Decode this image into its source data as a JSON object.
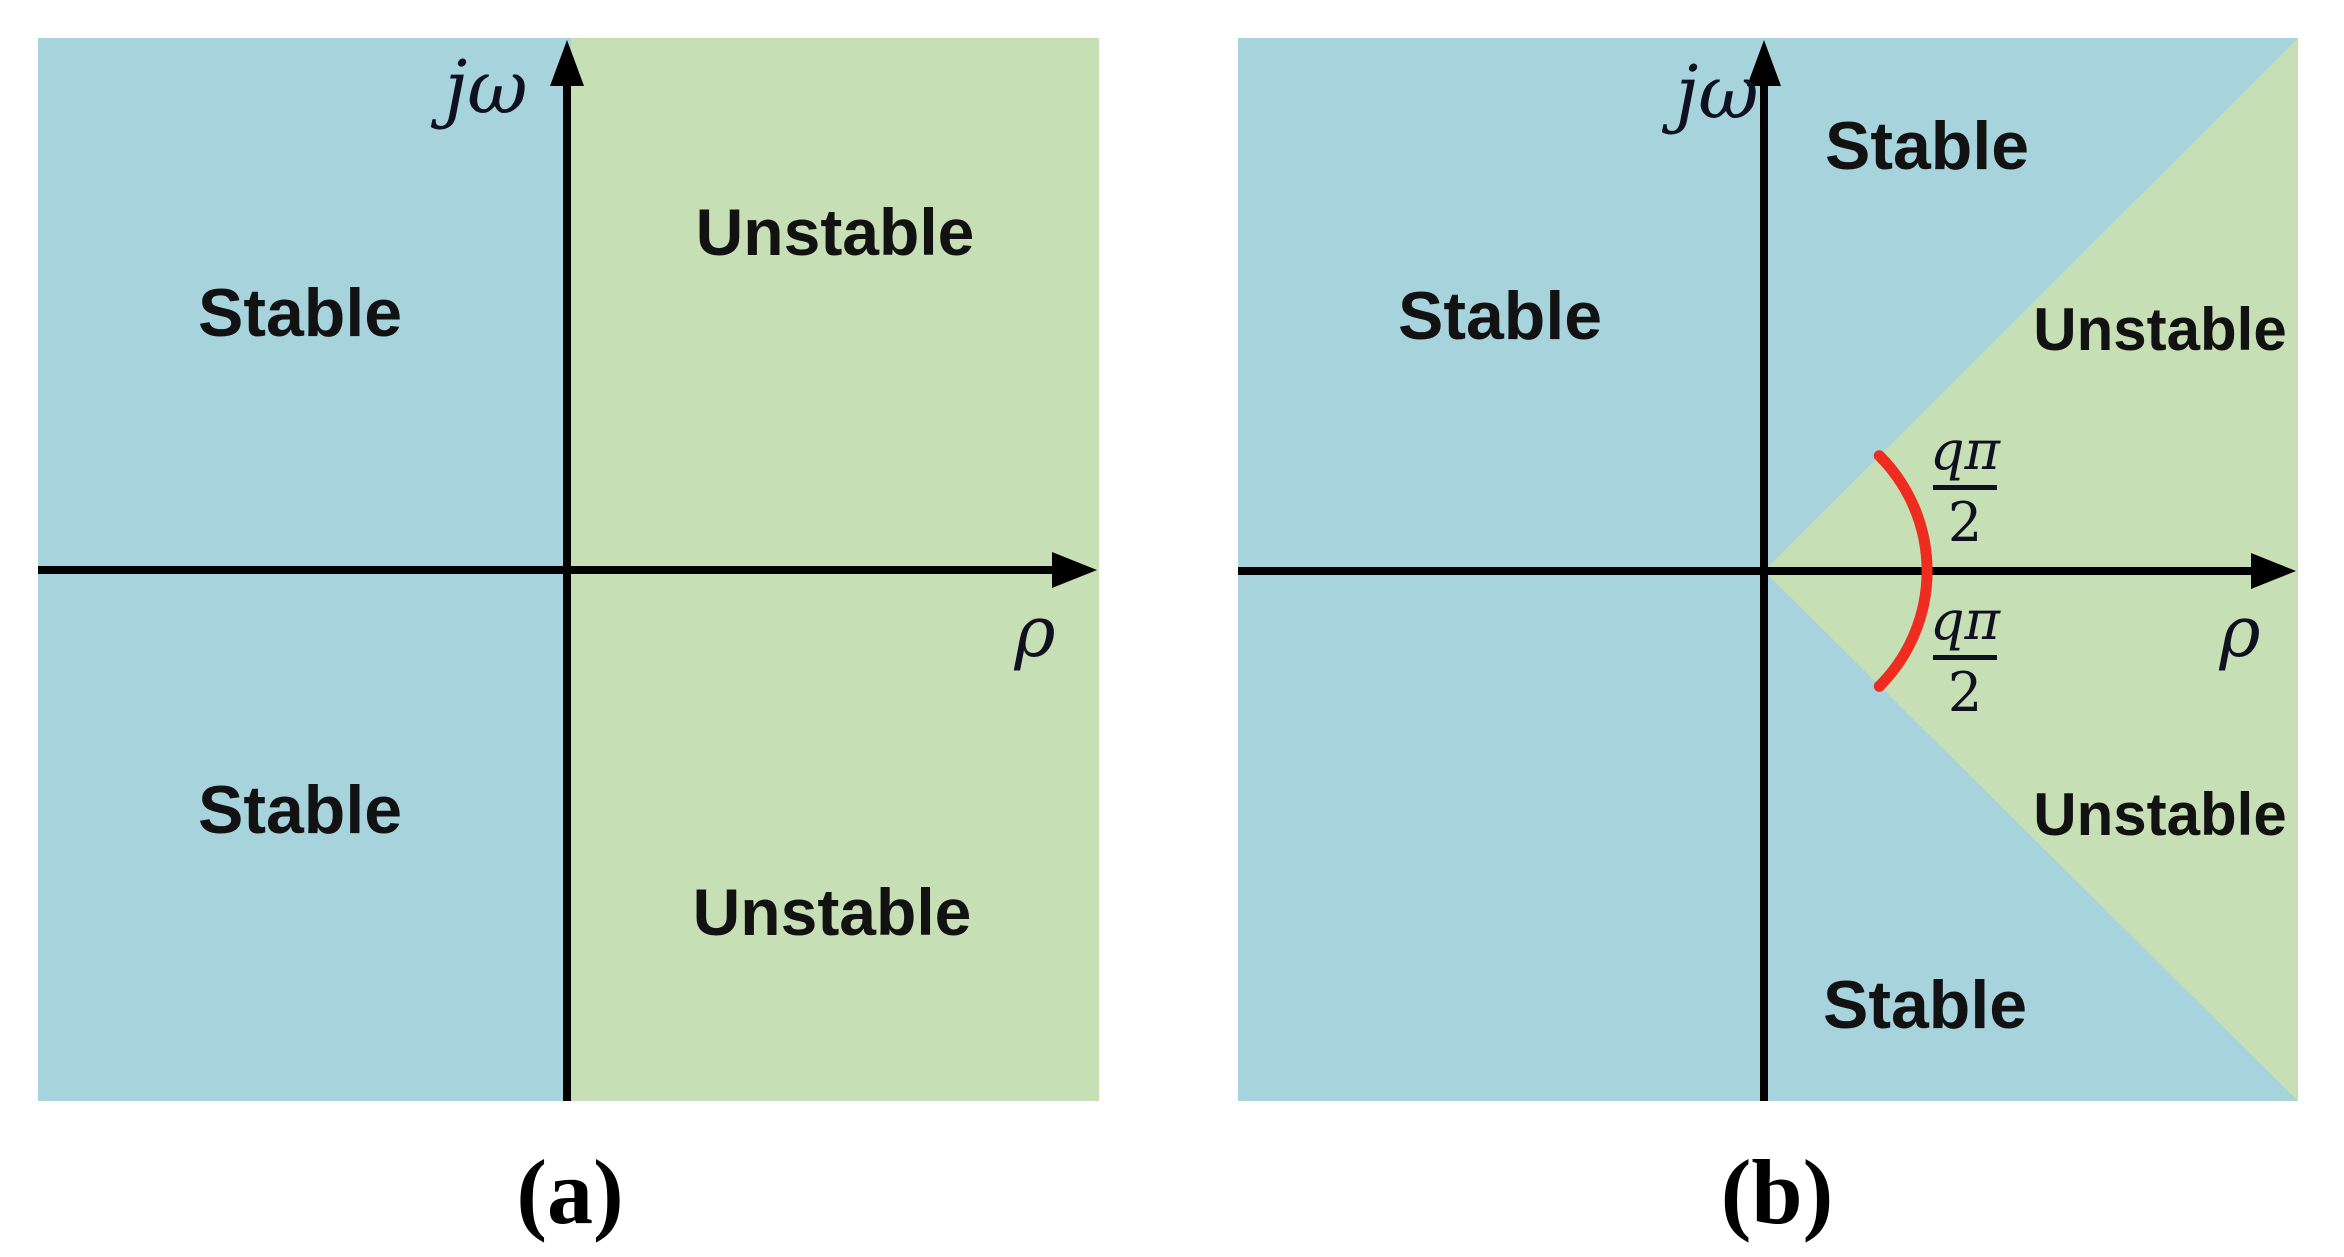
{
  "figure": {
    "caption_a": "(a)",
    "caption_b": "(b)",
    "colors": {
      "stable_fill": "#a7d3dc",
      "unstable_fill": "#c7dfb4",
      "angle_arc_red": "#ee2c20",
      "axis_black": "#000000",
      "label_text": "#121212"
    },
    "panel_a": {
      "y_axis_label": "jω",
      "x_axis_label": "ρ",
      "labels": {
        "stable_upper_left": "Stable",
        "unstable_upper_right": "Unstable",
        "stable_lower_left": "Stable",
        "unstable_lower_right": "Unstable"
      }
    },
    "panel_b": {
      "y_axis_label": "jω",
      "x_axis_label": "ρ",
      "labels": {
        "stable_top": "Stable",
        "stable_left": "Stable",
        "unstable_upper_right": "Unstable",
        "stable_bottom": "Stable",
        "unstable_lower_right": "Unstable"
      },
      "angle_fraction": {
        "numerator": "qπ",
        "denominator": "2"
      }
    }
  }
}
